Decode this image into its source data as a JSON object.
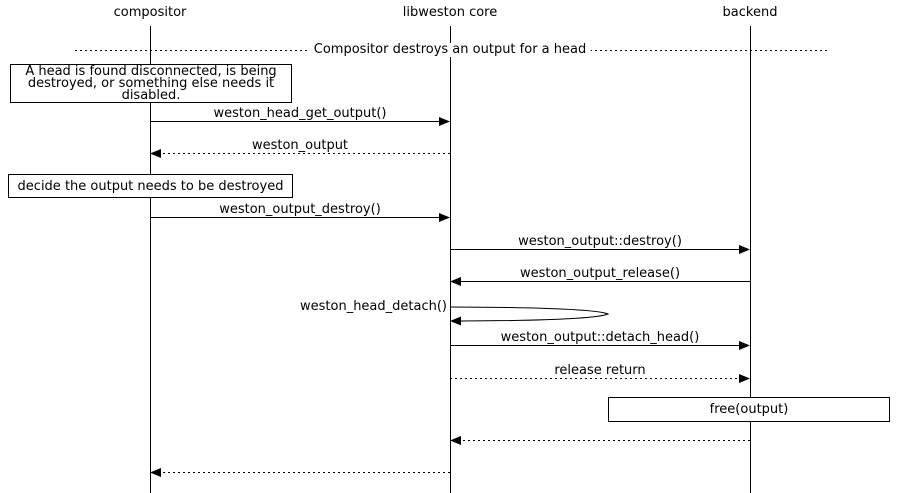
{
  "actors": [
    {
      "name": "compositor"
    },
    {
      "name": "libweston core"
    },
    {
      "name": "backend"
    }
  ],
  "divider": {
    "label": "Compositor destroys an output for a head"
  },
  "notes": {
    "head_disabled": "A head is found disconnected, is being destroyed, or something else needs it disabled.",
    "decide_destroy": "decide the output needs to be destroyed",
    "free_output": "free(output)"
  },
  "messages": {
    "get_output": "weston_head_get_output()",
    "output_return": "weston_output",
    "output_destroy": "weston_output_destroy()",
    "backend_destroy": "weston_output::destroy()",
    "output_release": "weston_output_release()",
    "head_detach": "weston_head_detach()",
    "detach_head": "weston_output::detach_head()",
    "release_return": "release return"
  },
  "colors": {
    "line": "#000000",
    "background": "#ffffff"
  }
}
